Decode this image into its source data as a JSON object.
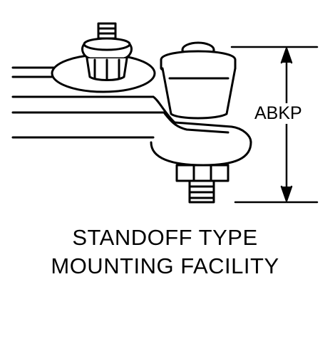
{
  "dimension": {
    "label": "ABKP"
  },
  "caption": {
    "line1": "STANDOFF TYPE",
    "line2": "MOUNTING FACILITY"
  },
  "colors": {
    "ink": "#000000",
    "paper": "#ffffff"
  }
}
